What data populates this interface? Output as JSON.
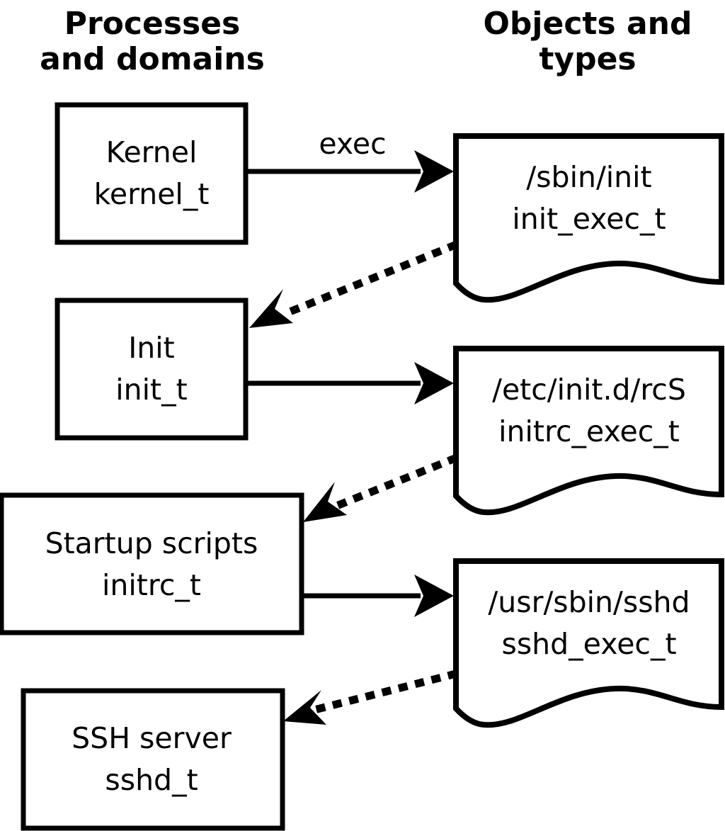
{
  "diagram": {
    "title_columns": [
      {
        "name": "processes-column-title",
        "line1": "Processes",
        "line2": "and domains"
      },
      {
        "name": "objects-column-title",
        "line1": "Objects and",
        "line2": "types"
      }
    ],
    "colors": {
      "background": "#ffffff",
      "stroke": "#000000",
      "text": "#000000"
    },
    "process_nodes": [
      {
        "id": "kernel",
        "line1": "Kernel",
        "line2": "kernel_t"
      },
      {
        "id": "init",
        "line1": "Init",
        "line2": "init_t"
      },
      {
        "id": "initrc",
        "line1": "Startup scripts",
        "line2": "initrc_t"
      },
      {
        "id": "sshd",
        "line1": "SSH server",
        "line2": "sshd_t"
      }
    ],
    "object_nodes": [
      {
        "id": "init-exec",
        "line1": "/sbin/init",
        "line2": "init_exec_t"
      },
      {
        "id": "initrc-exec",
        "line1": "/etc/init.d/rcS",
        "line2": "initrc_exec_t"
      },
      {
        "id": "sshd-exec",
        "line1": "/usr/sbin/sshd",
        "line2": "sshd_exec_t"
      }
    ],
    "edges": [
      {
        "id": "kernel-exec-init",
        "label": "exec",
        "style": "solid",
        "from": "kernel",
        "to": "init-exec"
      },
      {
        "id": "init-exec-transition-init",
        "label": "",
        "style": "dotted",
        "from": "init-exec",
        "to": "init"
      },
      {
        "id": "init-exec-initrc",
        "label": "",
        "style": "solid",
        "from": "init",
        "to": "initrc-exec"
      },
      {
        "id": "initrc-exec-transition-initrc",
        "label": "",
        "style": "dotted",
        "from": "initrc-exec",
        "to": "initrc"
      },
      {
        "id": "initrc-exec-sshd",
        "label": "",
        "style": "solid",
        "from": "initrc",
        "to": "sshd-exec"
      },
      {
        "id": "sshd-exec-transition-sshd",
        "label": "",
        "style": "dotted",
        "from": "sshd-exec",
        "to": "sshd"
      }
    ]
  }
}
